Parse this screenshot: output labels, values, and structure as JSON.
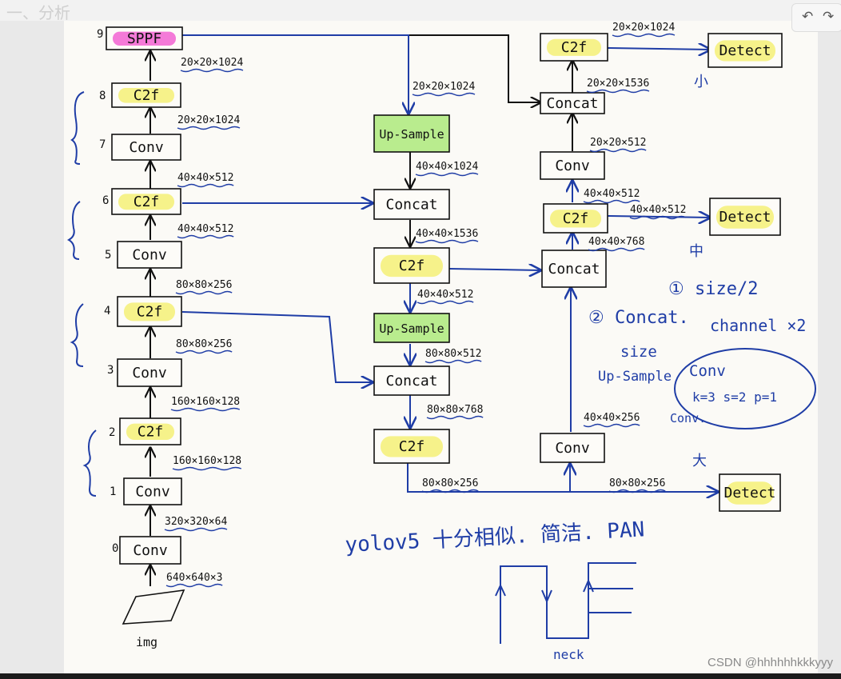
{
  "header": {
    "ghost_title": "一、分析",
    "undo": "↶",
    "redo": "↷"
  },
  "watermark": "CSDN @hhhhhhkkkyyy",
  "colors": {
    "ink": "#1f3da6",
    "black": "#111111",
    "yellow": "#f6f28a",
    "green": "#b9ec8e",
    "pink": "#f47ad8"
  },
  "nodes": [
    {
      "id": "sppf",
      "label": "SPPF",
      "hl": "pink"
    },
    {
      "id": "c2f8",
      "label": "C2f",
      "hl": "yellow"
    },
    {
      "id": "conv7",
      "label": "Conv"
    },
    {
      "id": "c2f6",
      "label": "C2f",
      "hl": "yellow"
    },
    {
      "id": "conv5",
      "label": "Conv"
    },
    {
      "id": "c2f4",
      "label": "C2f",
      "hl": "yellow"
    },
    {
      "id": "conv3",
      "label": "Conv"
    },
    {
      "id": "c2f2",
      "label": "C2f",
      "hl": "yellow"
    },
    {
      "id": "conv1",
      "label": "Conv"
    },
    {
      "id": "conv0",
      "label": "Conv"
    },
    {
      "id": "up1",
      "label": "Up-Sample",
      "hl": "green"
    },
    {
      "id": "cat1",
      "label": "Concat"
    },
    {
      "id": "c2fm1",
      "label": "C2f",
      "hl": "yellow"
    },
    {
      "id": "up2",
      "label": "Up-Sample",
      "hl": "green"
    },
    {
      "id": "cat2",
      "label": "Concat"
    },
    {
      "id": "c2fm2",
      "label": "C2f",
      "hl": "yellow"
    },
    {
      "id": "c2fr1",
      "label": "C2f",
      "hl": "yellow"
    },
    {
      "id": "catr1",
      "label": "Concat"
    },
    {
      "id": "convr1",
      "label": "Conv"
    },
    {
      "id": "c2fr2",
      "label": "C2f",
      "hl": "yellow"
    },
    {
      "id": "catr2",
      "label": "Concat"
    },
    {
      "id": "convr2",
      "label": "Conv"
    },
    {
      "id": "det1",
      "label": "Detect",
      "hl": "yellow"
    },
    {
      "id": "det2",
      "label": "Detect",
      "hl": "yellow"
    },
    {
      "id": "det3",
      "label": "Detect",
      "hl": "yellow"
    }
  ],
  "indices": [
    "9",
    "8",
    "7",
    "6",
    "5",
    "4",
    "3",
    "2",
    "1",
    "0"
  ],
  "dims": [
    {
      "id": "d_sppf",
      "text": "20×20×1024"
    },
    {
      "id": "d_8",
      "text": "20×20×1024"
    },
    {
      "id": "d_6",
      "text": "40×40×512"
    },
    {
      "id": "d_5",
      "text": "40×40×512"
    },
    {
      "id": "d_4",
      "text": "80×80×256"
    },
    {
      "id": "d_3",
      "text": "80×80×256"
    },
    {
      "id": "d_2",
      "text": "160×160×128"
    },
    {
      "id": "d_1",
      "text": "160×160×128"
    },
    {
      "id": "d_0",
      "text": "320×320×64"
    },
    {
      "id": "d_in",
      "text": "640×640×3"
    },
    {
      "id": "d_m1",
      "text": "20×20×1024"
    },
    {
      "id": "d_m2",
      "text": "40×40×1024"
    },
    {
      "id": "d_m3",
      "text": "40×40×1536"
    },
    {
      "id": "d_m4",
      "text": "40×40×512"
    },
    {
      "id": "d_m5",
      "text": "80×80×512"
    },
    {
      "id": "d_m6",
      "text": "80×80×768"
    },
    {
      "id": "d_m7",
      "text": "80×80×256"
    },
    {
      "id": "d_r1",
      "text": "20×20×1024"
    },
    {
      "id": "d_r2",
      "text": "20×20×1536"
    },
    {
      "id": "d_r3",
      "text": "20×20×512"
    },
    {
      "id": "d_r4",
      "text": "40×40×512"
    },
    {
      "id": "d_r5",
      "text": "40×40×512"
    },
    {
      "id": "d_r6",
      "text": "40×40×768"
    },
    {
      "id": "d_r7",
      "text": "40×40×256"
    },
    {
      "id": "d_r8",
      "text": "80×80×256"
    }
  ],
  "input_label": "img",
  "scale_labels": {
    "small": "小",
    "medium": "中",
    "large": "大"
  },
  "notes": {
    "n1": "① size/2",
    "n1b": "channel ×2",
    "n2": "② Concat.",
    "size": "size",
    "upsample": "Up-Sample",
    "conv_title": "Conv",
    "conv_params": "k=3  s=2  p=1",
    "conv_dot": "Conv.",
    "bottom_note": "yolov5 十分相似. 简洁. PAN",
    "neck": "neck"
  }
}
